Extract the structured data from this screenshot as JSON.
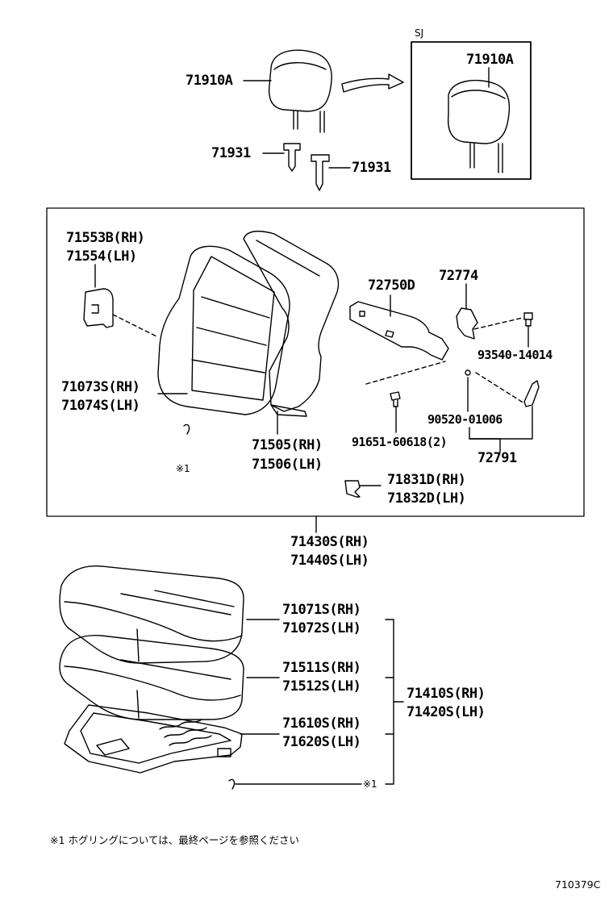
{
  "inset": {
    "code": "SJ"
  },
  "parts": {
    "headrest": "71910A",
    "headrest_inset": "71910A",
    "support_left": "71931",
    "support_right": "71931",
    "hinge_cover_rh": "71553B(RH)",
    "hinge_cover_lh": "71554(LH)",
    "back_cover_rh": "71073S(RH)",
    "back_cover_lh": "71074S(LH)",
    "back_pad_rh": "71505(RH)",
    "back_pad_lh": "71506(LH)",
    "lock_release": "72750D",
    "lever_cover": "72774",
    "screw_93540": "93540-14014",
    "screw_90520": "90520-01006",
    "screw_91651": "91651-60618(2)",
    "lever": "72791",
    "clip_rh": "71831D(RH)",
    "clip_lh": "71832D(LH)",
    "seatback_assy_rh": "71430S(RH)",
    "seatback_assy_lh": "71440S(LH)",
    "cushion_cover_rh": "71071S(RH)",
    "cushion_cover_lh": "71072S(LH)",
    "cushion_pad_rh": "71511S(RH)",
    "cushion_pad_lh": "71512S(LH)",
    "spring_assy_rh": "71610S(RH)",
    "spring_assy_lh": "71620S(LH)",
    "cushion_assy_rh": "71410S(RH)",
    "cushion_assy_lh": "71420S(LH)"
  },
  "marks": {
    "hog_ring_back": "※1",
    "hog_ring_cushion": "※1"
  },
  "footnote": "※1 ホグリングについては、最終ページを参照ください",
  "illustration_id": "710379C"
}
